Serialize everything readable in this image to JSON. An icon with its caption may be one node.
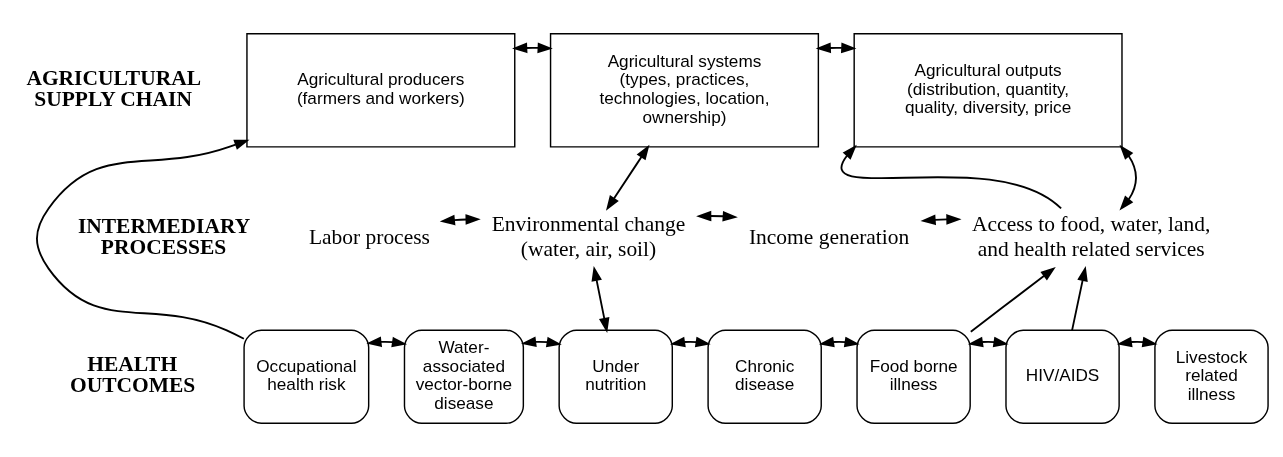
{
  "diagram": {
    "nodes": [
      {
        "text": [
          "Agricultural producers",
          "(farmers and workers)"
        ]
      },
      {
        "text": [
          "Agricultural systems",
          "(types, practices, technologies, location, ownership)"
        ]
      },
      {
        "text": [
          "Agricultural outputs",
          "(distribution, quantity, quality, diversity, price"
        ]
      },
      {
        "text": [
          "Labor process"
        ]
      },
      {
        "text": [
          "Environmental change",
          "(water, air, soil)"
        ]
      },
      {
        "text": [
          "Income generation"
        ]
      },
      {
        "text": [
          "Access to food, water, land, and health related services"
        ]
      },
      {
        "text": [
          "Occupational health risk"
        ]
      },
      {
        "text": [
          "Water-associated vector-borne disease"
        ]
      },
      {
        "text": [
          "Under nutrition"
        ]
      },
      {
        "text": [
          "Chronic disease"
        ]
      },
      {
        "text": [
          "Food borne illness"
        ]
      },
      {
        "text": [
          "HIV/AIDS"
        ]
      },
      {
        "text": [
          "Livestock related illness"
        ]
      }
    ],
    "edges": [
      {
        "from": 0,
        "to": 1,
        "arrow": "both"
      },
      {
        "from": 1,
        "to": 2,
        "arrow": "both"
      },
      {
        "from": 3,
        "to": 4,
        "arrow": "both"
      },
      {
        "from": 4,
        "to": 5,
        "arrow": "both"
      },
      {
        "from": 5,
        "to": 6,
        "arrow": "both"
      },
      {
        "from": 7,
        "to": 0,
        "arrow": "to"
      },
      {
        "from": 1,
        "to": 4,
        "arrow": "both"
      },
      {
        "from": 4,
        "to": 9,
        "arrow": "both"
      },
      {
        "from": 11,
        "to": 6,
        "arrow": "to"
      },
      {
        "from": 6,
        "to": 2,
        "arrow": "to"
      },
      {
        "from": 2,
        "to": 6,
        "arrow": "both"
      },
      {
        "from": 12,
        "to": 6,
        "arrow": "to"
      },
      {
        "from": 7,
        "to": 8,
        "arrow": "both"
      },
      {
        "from": 8,
        "to": 9,
        "arrow": "both"
      },
      {
        "from": 9,
        "to": 10,
        "arrow": "both"
      },
      {
        "from": 10,
        "to": 11,
        "arrow": "both"
      },
      {
        "from": 11,
        "to": 12,
        "arrow": "both"
      },
      {
        "from": 12,
        "to": 13,
        "arrow": "both"
      }
    ],
    "labels": [
      "AGRICULTURAL SUPPLY CHAIN",
      "INTERMEDIARY PROCESSES",
      "HEALTH OUTCOMES"
    ]
  }
}
